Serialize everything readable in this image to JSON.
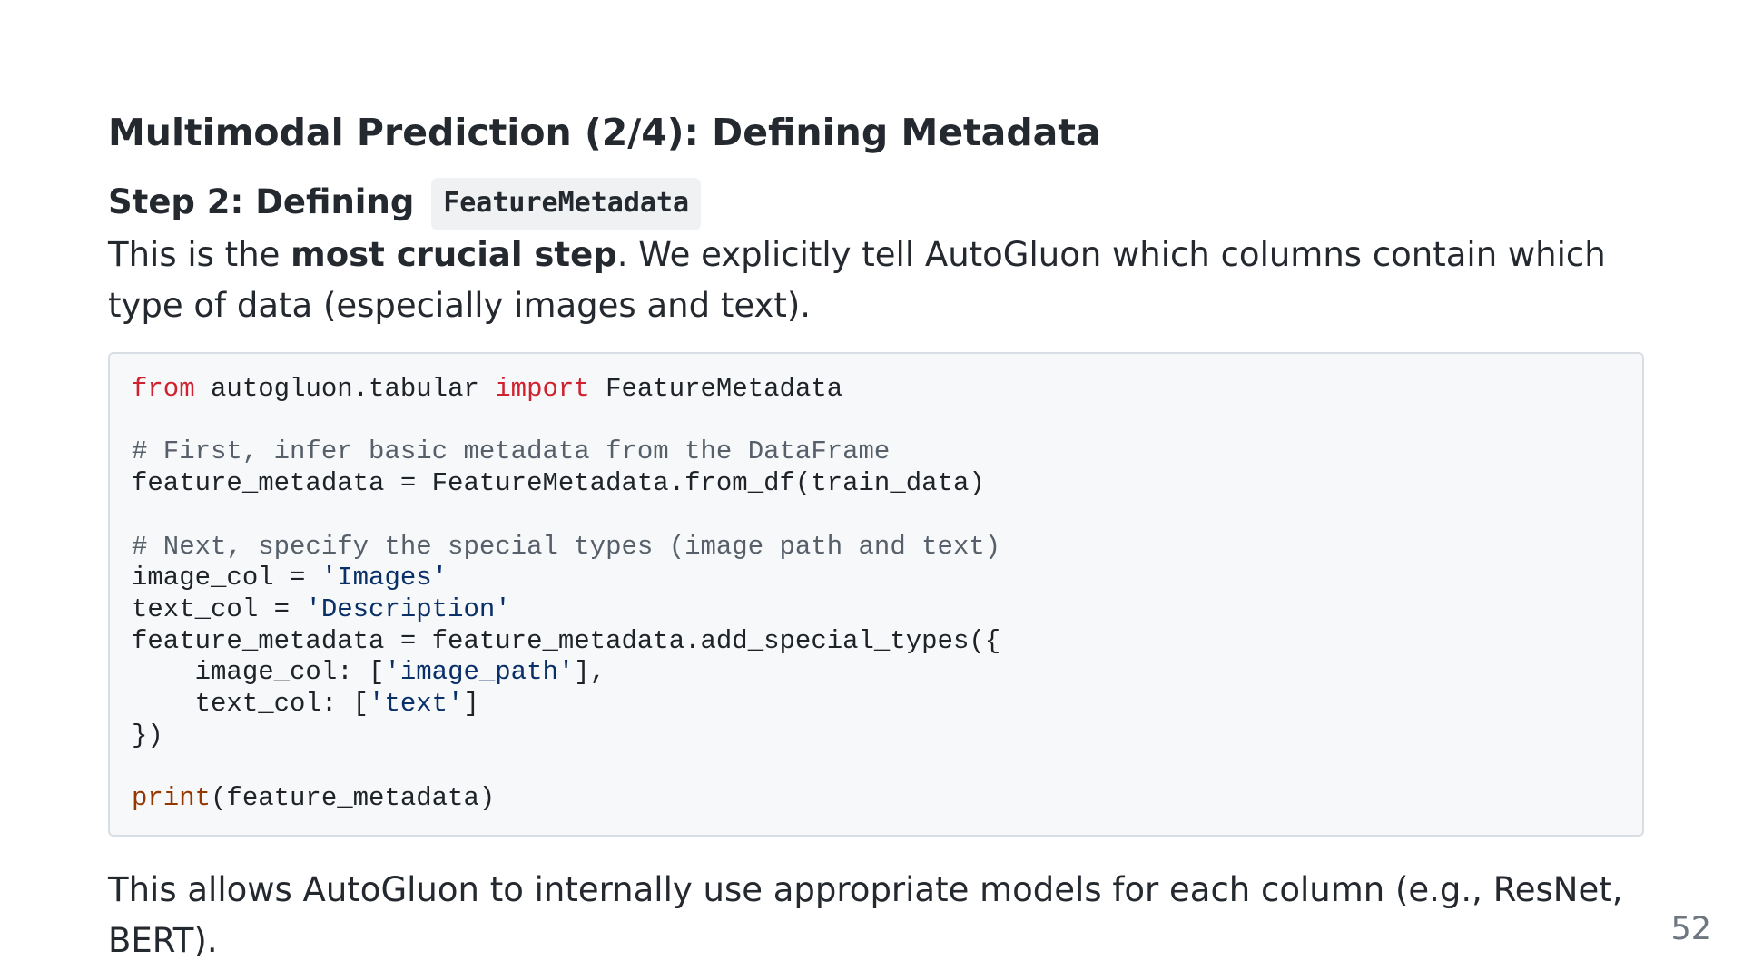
{
  "slide": {
    "title": "Multimodal Prediction (2/4): Defining Metadata",
    "subtitle_prefix": "Step 2: Defining ",
    "subtitle_code": "FeatureMetadata",
    "intro": {
      "before": "This is the ",
      "bold": "most crucial step",
      "after": ". We explicitly tell AutoGluon which columns contain which type of data (especially images and text)."
    },
    "code_lines": [
      [
        {
          "t": "from",
          "c": "kw"
        },
        {
          "t": " autogluon.tabular "
        },
        {
          "t": "import",
          "c": "kw"
        },
        {
          "t": " FeatureMetadata"
        }
      ],
      [],
      [
        {
          "t": "# First, infer basic metadata from the DataFrame",
          "c": "cm"
        }
      ],
      [
        {
          "t": "feature_metadata = FeatureMetadata.from_df(train_data)"
        }
      ],
      [],
      [
        {
          "t": "# Next, specify the special types (image path and text)",
          "c": "cm"
        }
      ],
      [
        {
          "t": "image_col = "
        },
        {
          "t": "'Images'",
          "c": "st"
        }
      ],
      [
        {
          "t": "text_col = "
        },
        {
          "t": "'Description'",
          "c": "st"
        }
      ],
      [
        {
          "t": "feature_metadata = feature_metadata.add_special_types({"
        }
      ],
      [
        {
          "t": "    image_col: ["
        },
        {
          "t": "'image_path'",
          "c": "st"
        },
        {
          "t": "],"
        }
      ],
      [
        {
          "t": "    text_col: ["
        },
        {
          "t": "'text'",
          "c": "st"
        },
        {
          "t": "]"
        }
      ],
      [
        {
          "t": "})"
        }
      ],
      [],
      [
        {
          "t": "print",
          "c": "bi"
        },
        {
          "t": "(feature_metadata)"
        }
      ]
    ],
    "outro": "This allows AutoGluon to internally use appropriate models for each column (e.g., ResNet, BERT).",
    "page_number": "52"
  }
}
